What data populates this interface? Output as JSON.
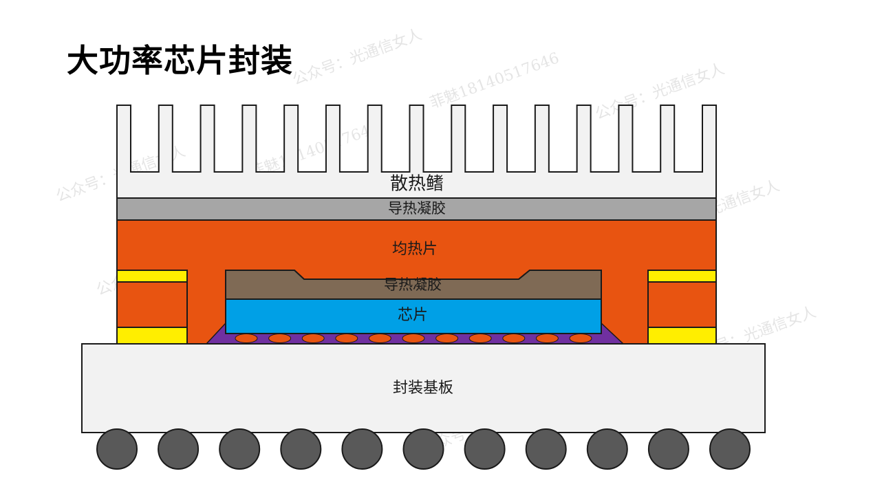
{
  "title": "大功率芯片封装",
  "labels": {
    "heatsink": "散热鳍",
    "tim_top": "导热凝胶",
    "heat_spreader": "均热片",
    "tim_bottom": "导热凝胶",
    "chip": "芯片",
    "substrate": "封装基板"
  },
  "watermarks": {
    "account": "公众号：光通信女人",
    "contact": "菲魅18140517646"
  },
  "colors": {
    "heatsink": "#f2f2f2",
    "tim_top": "#a6a6a6",
    "heat_spreader": "#e85411",
    "tim_bottom": "#7f6a55",
    "chip": "#00a0e6",
    "underfill": "#7030a0",
    "bump": "#e85411",
    "stiffener_yellow": "#ffee00",
    "substrate": "#f2f2f2",
    "solder_ball": "#595959",
    "outline": "#1a1a1a"
  },
  "counts": {
    "fins": 15,
    "bumps": 11,
    "solder_balls": 11
  }
}
